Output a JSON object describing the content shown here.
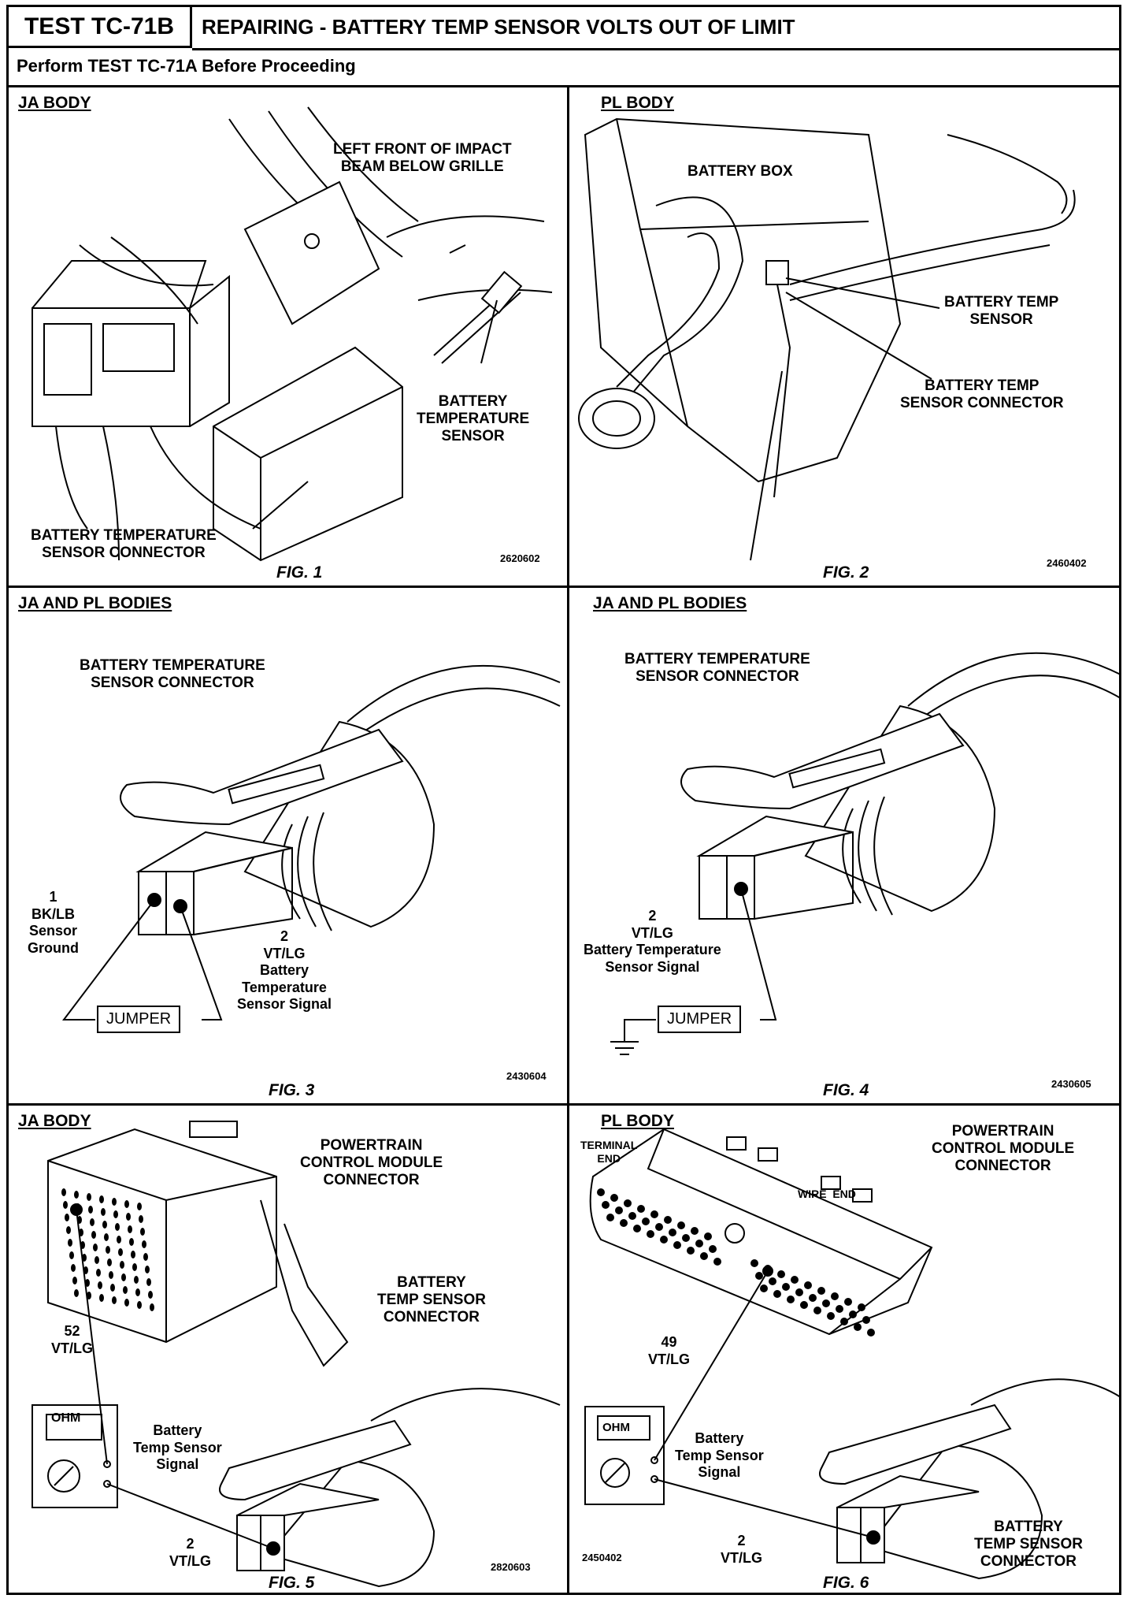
{
  "header": {
    "test_id": "TEST TC-71B",
    "title": "REPAIRING - BATTERY TEMP SENSOR VOLTS OUT OF LIMIT",
    "subtitle": "Perform TEST TC-71A Before Proceeding"
  },
  "panels": {
    "fig1": {
      "title": "JA BODY",
      "label_impact": "LEFT FRONT OF IMPACT\nBEAM BELOW GRILLE",
      "label_sensor": "BATTERY\nTEMPERATURE\nSENSOR",
      "label_connector": "BATTERY TEMPERATURE\nSENSOR CONNECTOR",
      "caption": "FIG. 1",
      "code": "2620602"
    },
    "fig2": {
      "title": "PL BODY",
      "label_box": "BATTERY BOX",
      "label_sensor": "BATTERY TEMP\nSENSOR",
      "label_connector": "BATTERY TEMP\nSENSOR CONNECTOR",
      "caption": "FIG. 2",
      "code": "2460402"
    },
    "fig3": {
      "title": "JA AND PL BODIES",
      "label_connector": "BATTERY TEMPERATURE\nSENSOR CONNECTOR",
      "label_pin1": "1\nBK/LB\nSensor\nGround",
      "label_pin2": "2\nVT/LG\nBattery\nTemperature\nSensor Signal",
      "jumper": "JUMPER",
      "caption": "FIG. 3",
      "code": "2430604"
    },
    "fig4": {
      "title": "JA AND PL BODIES",
      "label_connector": "BATTERY TEMPERATURE\nSENSOR CONNECTOR",
      "label_pin2": "2\nVT/LG\nBattery Temperature\nSensor Signal",
      "jumper": "JUMPER",
      "caption": "FIG. 4",
      "code": "2430605"
    },
    "fig5": {
      "title": "JA BODY",
      "label_pcm": "POWERTRAIN\nCONTROL MODULE\nCONNECTOR",
      "label_sensor_conn": "BATTERY\nTEMP SENSOR\nCONNECTOR",
      "label_pin52": "52\nVT/LG",
      "label_signal": "Battery\nTemp Sensor\nSignal",
      "label_pin2": "2\nVT/LG",
      "meter": "OHM",
      "caption": "FIG. 5",
      "code": "2820603"
    },
    "fig6": {
      "title": "PL BODY",
      "label_terminal": "TERMINAL\nEND",
      "label_wire": "WIRE  END",
      "label_pcm": "POWERTRAIN\nCONTROL MODULE\nCONNECTOR",
      "label_pin49": "49\nVT/LG",
      "label_signal": "Battery\nTemp Sensor\nSignal",
      "label_pin2": "2\nVT/LG",
      "label_sensor_conn": "BATTERY\nTEMP SENSOR\nCONNECTOR",
      "meter": "OHM",
      "code_meter": "2450402",
      "caption": "FIG. 6"
    }
  }
}
